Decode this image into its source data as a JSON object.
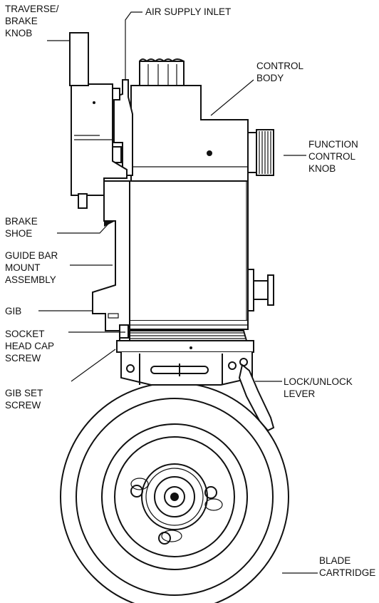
{
  "labels": {
    "traverse_brake_knob": "TRAVERSE/\nBRAKE\nKNOB",
    "air_supply_inlet": "AIR SUPPLY INLET",
    "control_body": "CONTROL\nBODY",
    "function_control_knob": "FUNCTION\nCONTROL\nKNOB",
    "brake_shoe": "BRAKE\nSHOE",
    "guide_bar_mount_assembly": "GUIDE BAR\nMOUNT\nASSEMBLY",
    "gib": "GIB",
    "socket_head_cap_screw": "SOCKET\nHEAD CAP\nSCREW",
    "lock_unlock_lever": "LOCK/UNLOCK\nLEVER",
    "gib_set_screw": "GIB SET\nSCREW",
    "blade_cartridge": "BLADE\nCARTRIDGE"
  },
  "colors": {
    "line": "#111111",
    "background": "#ffffff"
  }
}
